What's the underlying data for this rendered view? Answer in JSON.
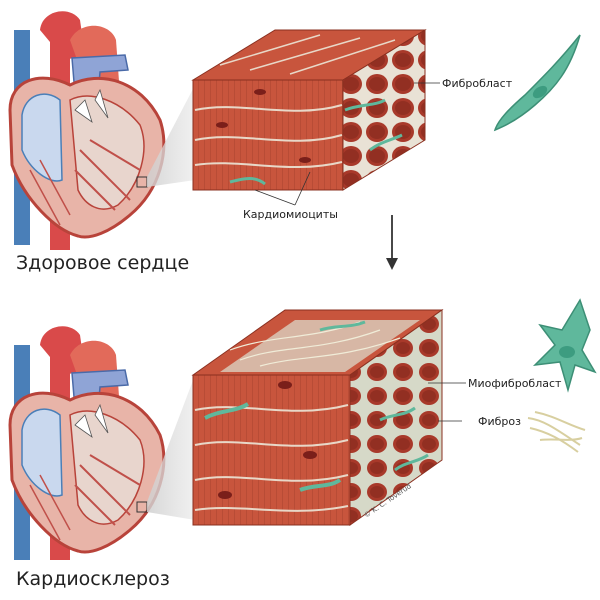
{
  "top": {
    "caption": "Здоровое сердце",
    "label_fibroblast": "Фибробласт",
    "label_cardiomyocytes": "Кардиомиоциты"
  },
  "bottom": {
    "caption": "Кардиосклероз",
    "label_myofibroblast": "Миофибробласт",
    "label_fibrosis": "Фиброз",
    "credit": "© K. C. Toverud"
  },
  "colors": {
    "muscle": "#c8553d",
    "muscle_dark": "#a63a28",
    "muscle_light": "#e07a5f",
    "cell_inner": "#9c2f22",
    "nucleus": "#7a1f1a",
    "fibroblast": "#5fb89c",
    "fibroblast_stroke": "#3d8f76",
    "vein_blue": "#4a7fb8",
    "artery_red": "#d94a4a",
    "heart_outline": "#b8433a",
    "fibrosis": "#d8cfa0"
  },
  "icons": {
    "arrow": "arrow-down-icon"
  }
}
